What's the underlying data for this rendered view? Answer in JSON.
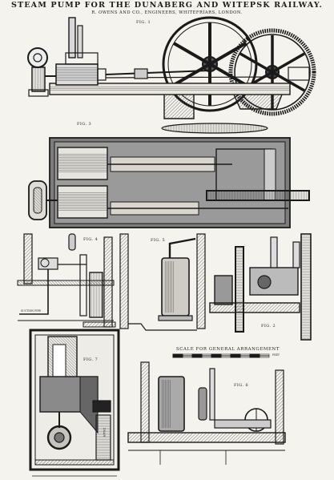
{
  "header": {
    "title": "STEAM PUMP FOR THE DUNABERG AND WITEPSK RAILWAY.",
    "subtitle": "R. OWENS AND CO., ENGINEERS, WHITEFRIARS, LONDON."
  },
  "figures": {
    "fig1": "FIG. 1",
    "fig3": "FIG. 3",
    "fig4": "FIG. 4",
    "fig5": "FIG. 5",
    "fig2": "FIG. 2",
    "fig7": "FIG. 7",
    "fig6": "FIG. 6"
  },
  "annotations": {
    "suction_pipe": "SUCTION PIPE",
    "drain": "DRAIN",
    "scale_title": "SCALE FOR GENERAL ARRANGEMENT",
    "scale_unit": "FEET"
  },
  "colors": {
    "ink": "#1a1a1a",
    "paper": "#f5f3ee",
    "hatch": "#555555"
  }
}
